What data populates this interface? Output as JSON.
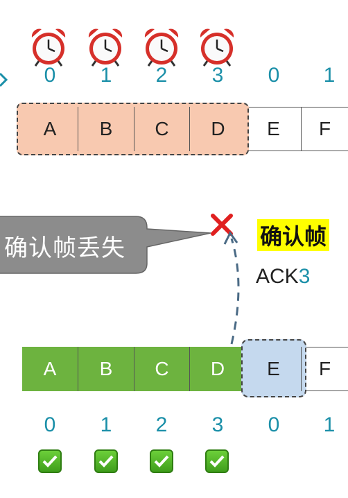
{
  "alarm_icons": [
    "alarm-clock-icon",
    "alarm-clock-icon",
    "alarm-clock-icon",
    "alarm-clock-icon"
  ],
  "sender": {
    "seq_numbers": [
      "0",
      "1",
      "2",
      "3",
      "0",
      "1"
    ],
    "frames": [
      "A",
      "B",
      "C",
      "D",
      "E",
      "F"
    ]
  },
  "receiver": {
    "frames": [
      "A",
      "B",
      "C",
      "D",
      "E",
      "F"
    ],
    "seq_numbers": [
      "0",
      "1",
      "2",
      "3",
      "0",
      "1"
    ]
  },
  "callout": {
    "text": "确认帧丢失"
  },
  "ack_label": {
    "title": "确认帧",
    "prefix": "ACK",
    "number": "3"
  },
  "lost_mark_icon": "cross-icon",
  "check_icons": [
    "checkmark-icon",
    "checkmark-icon",
    "checkmark-icon",
    "checkmark-icon"
  ],
  "colors": {
    "sender_window_fill": "#f8c9b0",
    "receiver_received_fill": "#6db33f",
    "receiver_window_fill": "#c5d9ee",
    "seq_number": "#1a8fa8",
    "lost_mark": "#e02020",
    "title_highlight": "#ffff00",
    "callout_fill": "#8c8c8c"
  }
}
